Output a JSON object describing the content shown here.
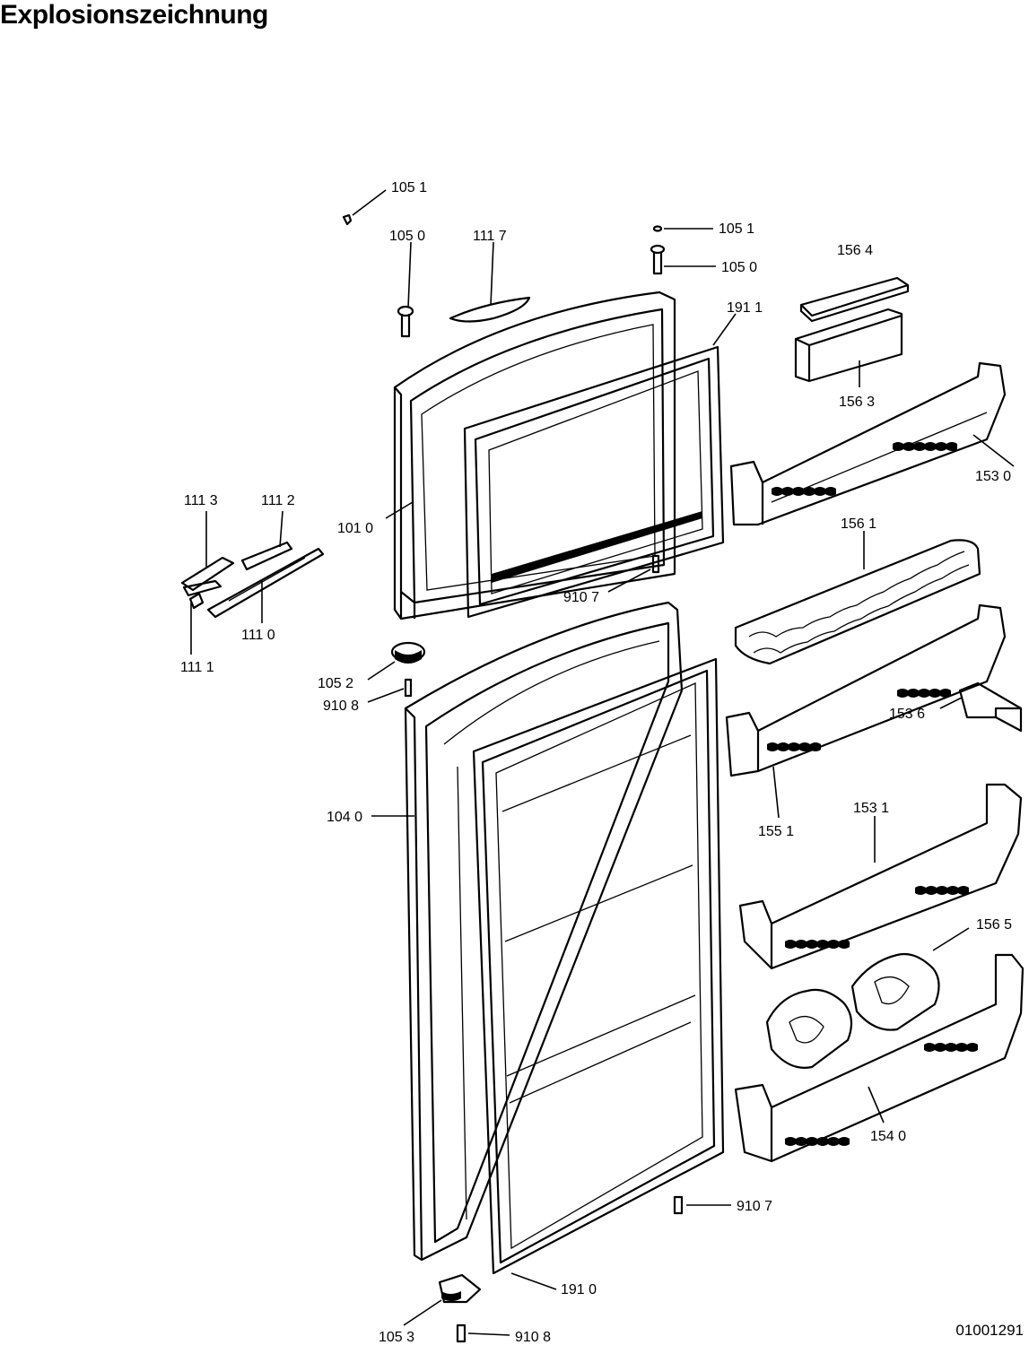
{
  "title": "Explosionszeichnung",
  "doc_id": "01001291",
  "callouts": [
    {
      "id": "c1",
      "text": "105 1"
    },
    {
      "id": "c2",
      "text": "105 0"
    },
    {
      "id": "c3",
      "text": "111 7"
    },
    {
      "id": "c4",
      "text": "105 1"
    },
    {
      "id": "c5",
      "text": "105 0"
    },
    {
      "id": "c6",
      "text": "156 4"
    },
    {
      "id": "c7",
      "text": "191 1"
    },
    {
      "id": "c8",
      "text": "156 3"
    },
    {
      "id": "c9",
      "text": "153 0"
    },
    {
      "id": "c10",
      "text": "111 3"
    },
    {
      "id": "c11",
      "text": "111 2"
    },
    {
      "id": "c12",
      "text": "101 0"
    },
    {
      "id": "c13",
      "text": "156 1"
    },
    {
      "id": "c14",
      "text": "910 7"
    },
    {
      "id": "c15",
      "text": "111 0"
    },
    {
      "id": "c16",
      "text": "111 1"
    },
    {
      "id": "c17",
      "text": "105 2"
    },
    {
      "id": "c18",
      "text": "910 8"
    },
    {
      "id": "c19",
      "text": "153 6"
    },
    {
      "id": "c20",
      "text": "104 0"
    },
    {
      "id": "c21",
      "text": "155 1"
    },
    {
      "id": "c22",
      "text": "153 1"
    },
    {
      "id": "c23",
      "text": "156 5"
    },
    {
      "id": "c24",
      "text": "154 0"
    },
    {
      "id": "c25",
      "text": "910 7"
    },
    {
      "id": "c26",
      "text": "191 0"
    },
    {
      "id": "c27",
      "text": "105 3"
    },
    {
      "id": "c28",
      "text": "910 8"
    }
  ]
}
